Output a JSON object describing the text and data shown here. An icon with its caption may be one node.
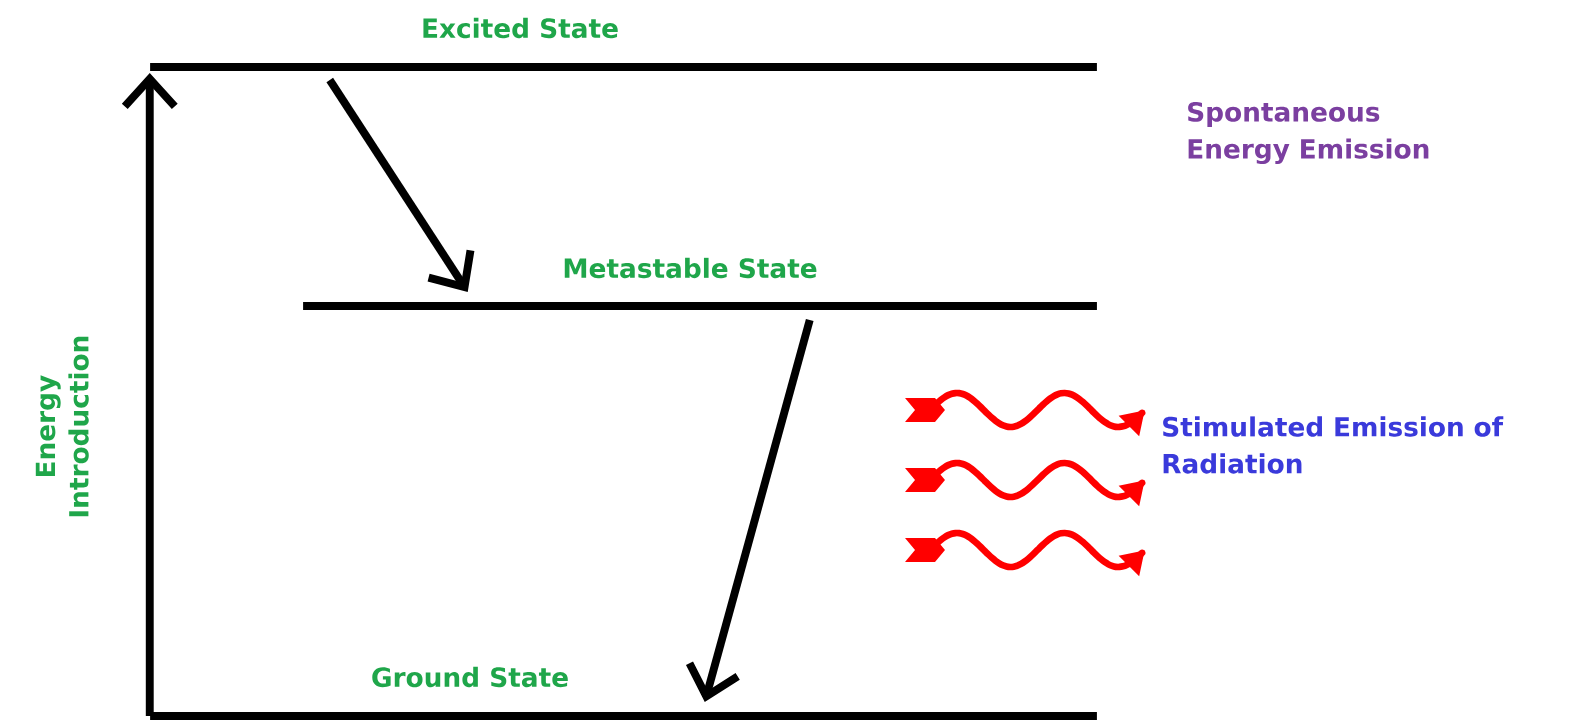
{
  "diagram": {
    "nodes": [
      {
        "text": [
          "Excited State"
        ]
      },
      {
        "text": [
          "Metastable State"
        ]
      },
      {
        "text": [
          "Ground State"
        ]
      }
    ],
    "edges": [
      {
        "from": 2,
        "to": 0,
        "arrow": "to",
        "label": "Energy Introduction"
      },
      {
        "from": 0,
        "to": 1,
        "arrow": "to"
      },
      {
        "from": 1,
        "to": 2,
        "arrow": "to"
      }
    ],
    "labels": [
      "Spontaneous Energy Emission",
      "Stimulated Emission of Radiation"
    ]
  }
}
